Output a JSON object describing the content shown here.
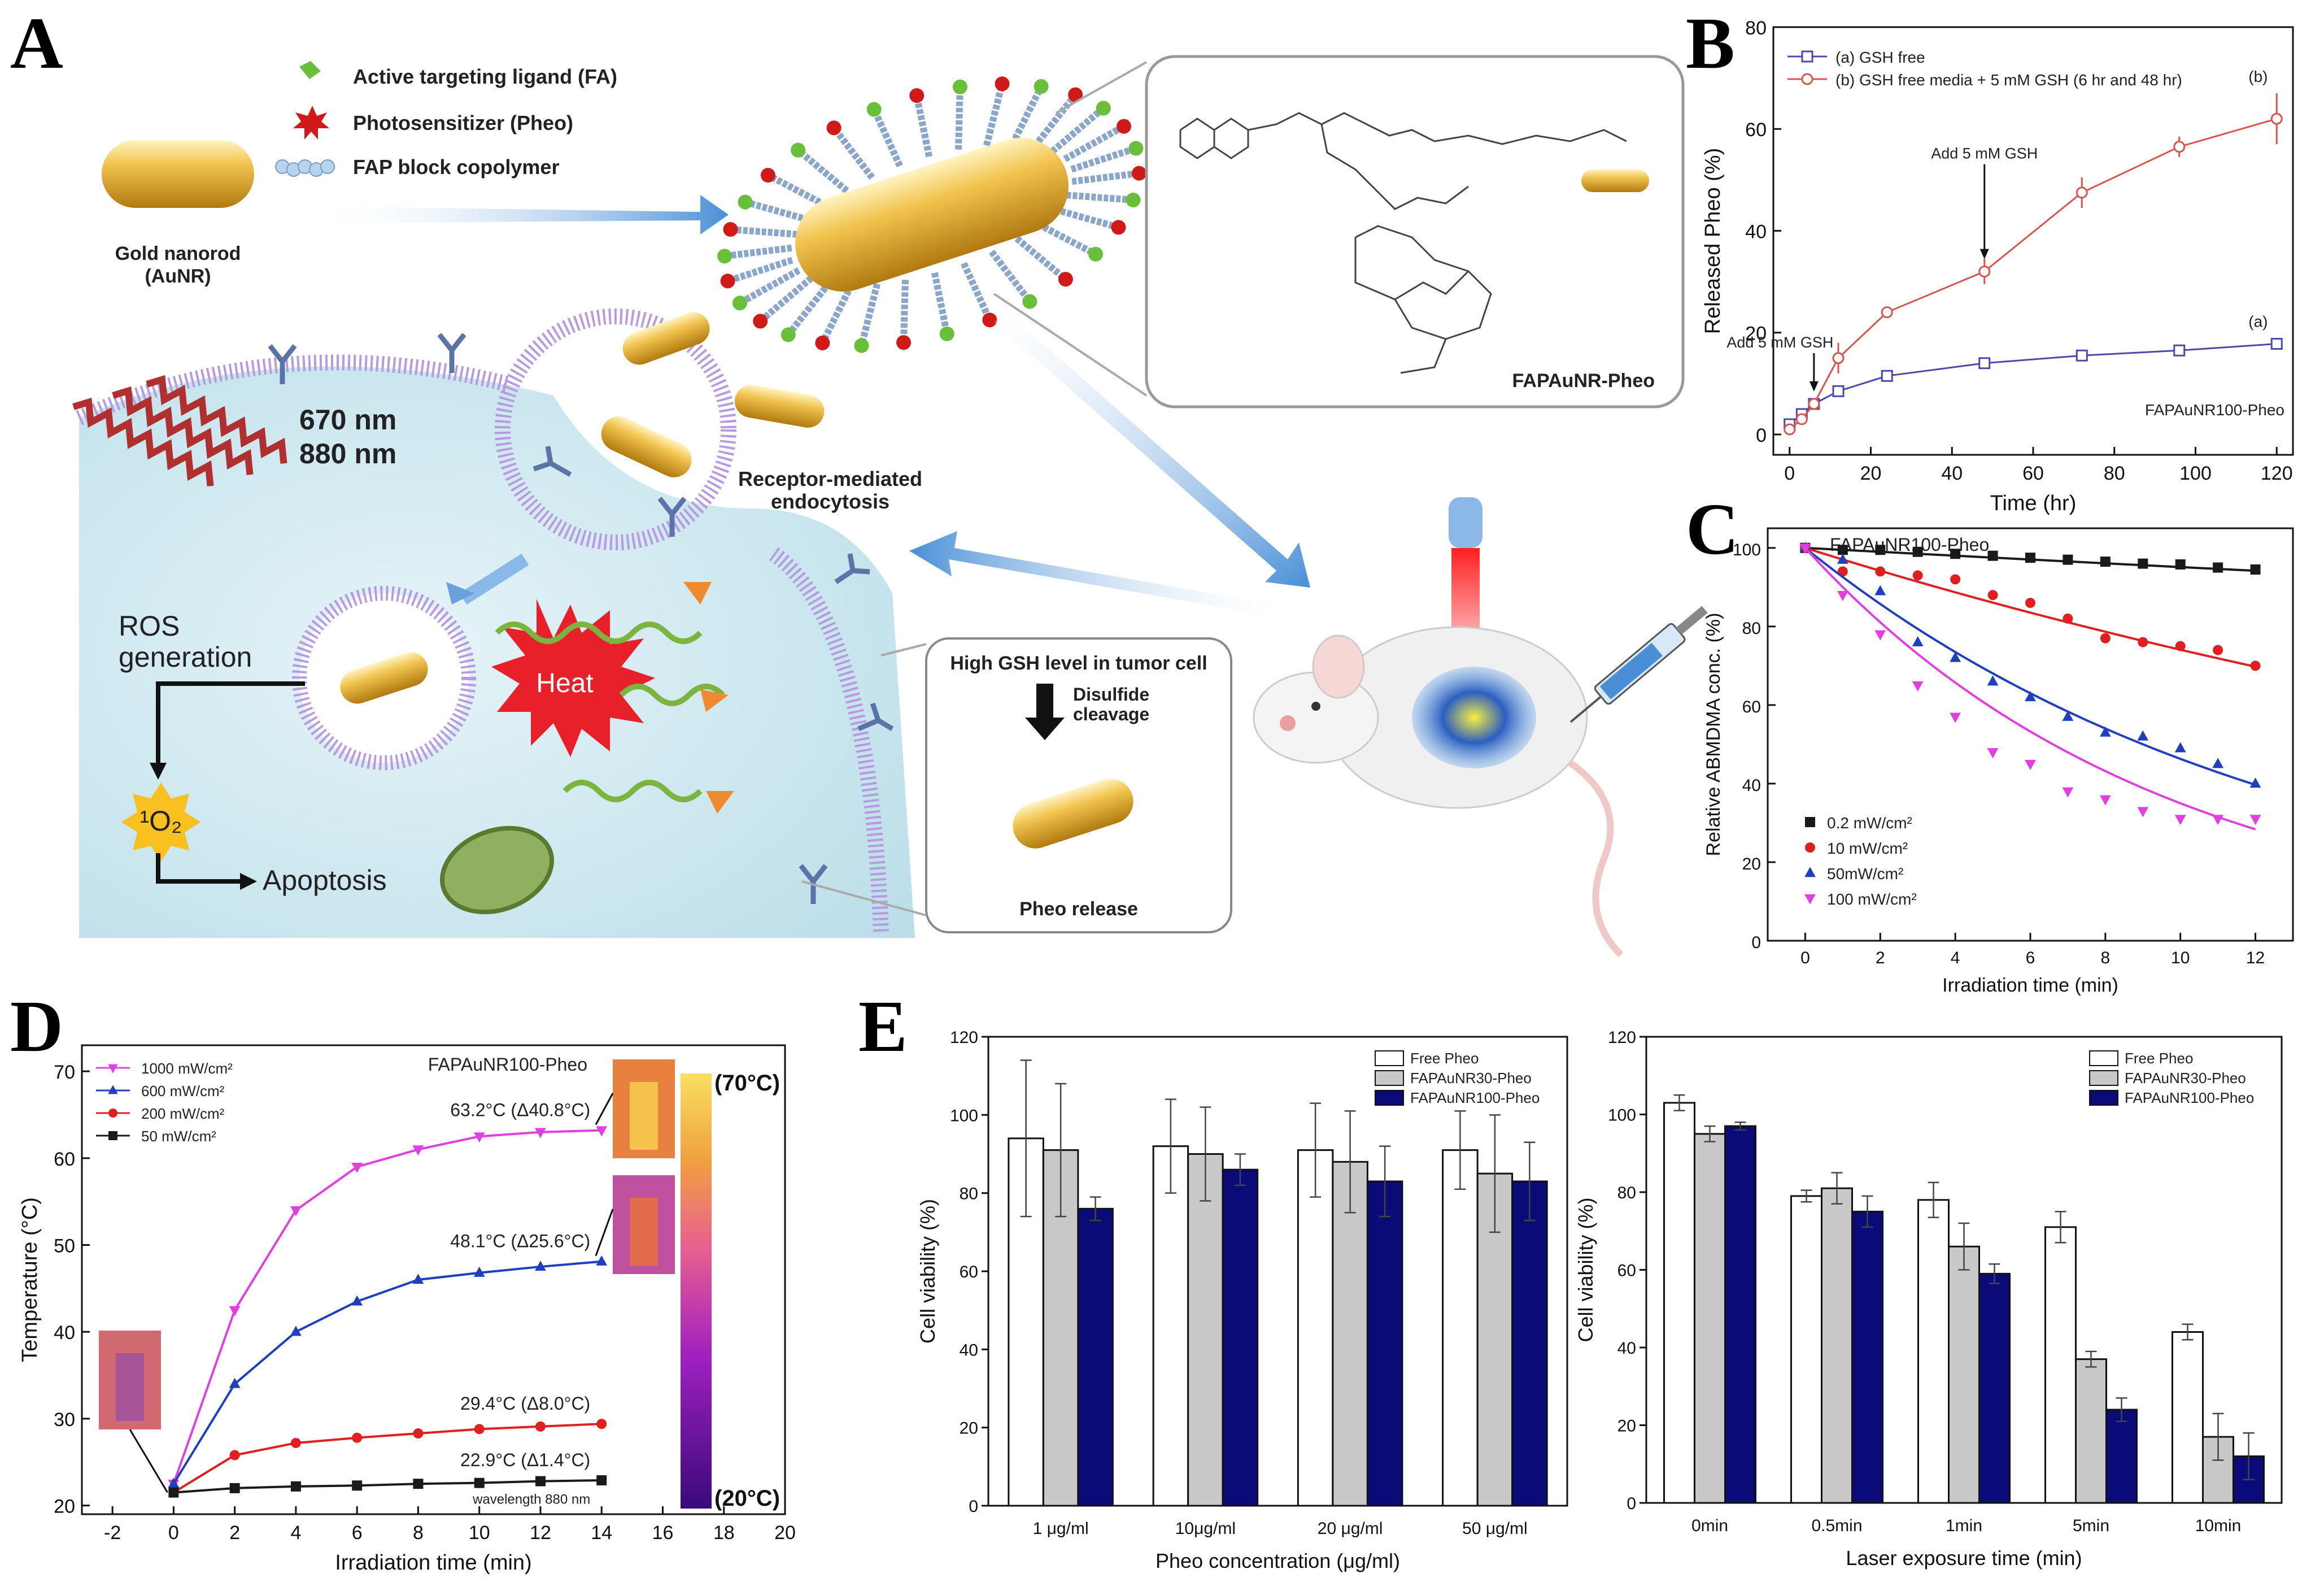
{
  "panels": {
    "A": "A",
    "B": "B",
    "C": "C",
    "D": "D",
    "E": "E"
  },
  "schematic": {
    "legend_ligand": "Active targeting ligand (FA)",
    "legend_ps": "Photosensitizer (Pheo)",
    "legend_copolymer": "FAP block copolymer",
    "gold_nanorod": "Gold nanorod",
    "aunr": "(AuNR)",
    "wavelength_1": "670 nm",
    "wavelength_2": "880 nm",
    "receptor_1": "Receptor-mediated",
    "receptor_2": "endocytosis",
    "ros_1": "ROS",
    "ros_2": "generation",
    "singlet_oxygen": "¹O₂",
    "apoptosis": "Apoptosis",
    "heat": "Heat",
    "high_gsh": "High GSH level in tumor cell",
    "disulfide_1": "Disulfide",
    "disulfide_2": "cleavage",
    "pheo_release": "Pheo release",
    "compound_name": "FAPAuNR-Pheo",
    "colors": {
      "gold": "#e8b23a",
      "cell": "#c9e6ee",
      "membrane": "#9a7fc0",
      "arrow": "#5b9bd5",
      "heat": "#e8202a",
      "laser": "#c0392b"
    }
  },
  "chart_data": [
    {
      "id": "B",
      "type": "line",
      "xlabel": "Time (hr)",
      "ylabel": "Released Pheo (%)",
      "xlim": [
        -4,
        124
      ],
      "ylim": [
        -4,
        80
      ],
      "xticks": [
        0,
        20,
        40,
        60,
        80,
        100,
        120
      ],
      "yticks": [
        0,
        20,
        40,
        60,
        80
      ],
      "legend_position": "top-left",
      "annotation": "FAPAuNR100-Pheo",
      "callouts": [
        {
          "text": "Add 5 mM GSH",
          "x": 6,
          "y": 6
        },
        {
          "text": "Add 5 mM GSH",
          "x": 48,
          "y": 32
        }
      ],
      "series": [
        {
          "name": "(a) GSH free",
          "end_label": "(a)",
          "color": "#4b4aa8",
          "marker": "square",
          "x": [
            0,
            3,
            6,
            12,
            24,
            48,
            72,
            96,
            120
          ],
          "y": [
            2,
            4,
            6,
            8.5,
            11.5,
            14,
            15.5,
            16.5,
            17.8
          ],
          "err": [
            0.5,
            0.5,
            0.6,
            0.6,
            0.6,
            0.6,
            0.6,
            0.6,
            0.6
          ]
        },
        {
          "name": "(b) GSH free media + 5 mM GSH (6 hr and 48 hr)",
          "end_label": "(b)",
          "color": "#d9534f",
          "marker": "circle",
          "x": [
            0,
            3,
            6,
            12,
            24,
            48,
            72,
            96,
            120
          ],
          "y": [
            1,
            3,
            6,
            15,
            24,
            32,
            47.5,
            56.5,
            62
          ],
          "err": [
            1,
            1,
            1,
            3,
            1,
            2.5,
            3,
            2,
            5
          ]
        }
      ]
    },
    {
      "id": "C",
      "type": "scatter",
      "title": "FAPAuNR100-Pheo",
      "xlabel": "Irradiation time (min)",
      "ylabel": "Relative ABMDMA conc. (%)",
      "xlim": [
        -1,
        13
      ],
      "ylim": [
        0,
        105
      ],
      "xticks": [
        0,
        2,
        4,
        6,
        8,
        10,
        12
      ],
      "yticks": [
        0,
        20,
        40,
        60,
        80,
        100
      ],
      "legend_position": "bottom-left",
      "series": [
        {
          "name": "0.2 mW/cm²",
          "color": "#1a1a1a",
          "marker": "square",
          "k": 0.005,
          "x": [
            0,
            1,
            2,
            3,
            4,
            5,
            6,
            7,
            8,
            9,
            10,
            11,
            12
          ],
          "y": [
            100,
            99.5,
            99.5,
            99,
            98.5,
            98,
            97.5,
            97,
            96.5,
            96,
            95.8,
            95,
            94.5
          ]
        },
        {
          "name": "10 mW/cm²",
          "color": "#e02020",
          "marker": "circle",
          "k": 0.03,
          "x": [
            0,
            1,
            2,
            3,
            4,
            5,
            6,
            7,
            8,
            9,
            10,
            11,
            12
          ],
          "y": [
            100,
            94,
            94,
            93,
            92,
            88,
            86,
            82,
            77,
            76,
            75,
            74,
            70
          ]
        },
        {
          "name": "50mW/cm²",
          "color": "#1f3fbf",
          "marker": "triangle",
          "k": 0.077,
          "x": [
            0,
            1,
            2,
            3,
            4,
            5,
            6,
            7,
            8,
            9,
            10,
            11,
            12
          ],
          "y": [
            100,
            97,
            89,
            76,
            72,
            66,
            62,
            57,
            53,
            52,
            49,
            45,
            40
          ]
        },
        {
          "name": "100 mW/cm²",
          "color": "#e040e0",
          "marker": "triangle-down",
          "k": 0.105,
          "x": [
            0,
            1,
            2,
            3,
            4,
            5,
            6,
            7,
            8,
            9,
            10,
            11,
            12
          ],
          "y": [
            100,
            88,
            78,
            65,
            57,
            48,
            45,
            38,
            36,
            33,
            31,
            31,
            31
          ]
        }
      ]
    },
    {
      "id": "D",
      "type": "line",
      "title": "FAPAuNR100-Pheo",
      "xlabel": "Irradiation time (min)",
      "ylabel": "Temperature (°C)",
      "xlim": [
        -3,
        20
      ],
      "ylim": [
        19,
        73
      ],
      "xticks": [
        -2,
        0,
        2,
        4,
        6,
        8,
        10,
        12,
        14,
        16,
        18,
        20
      ],
      "yticks": [
        20,
        30,
        40,
        50,
        60,
        70
      ],
      "legend_position": "top-left",
      "colorbar": {
        "max_label": "(70°C)",
        "min_label": "(20°C)"
      },
      "wavelength_note": "wavelength 880 nm",
      "series": [
        {
          "name": "1000 mW/cm²",
          "color": "#e040e0",
          "marker": "triangle-down",
          "x": [
            0,
            2,
            4,
            6,
            8,
            10,
            12,
            14
          ],
          "y": [
            22.5,
            42.5,
            54,
            59,
            61,
            62.5,
            63,
            63.2
          ],
          "end_label": "63.2°C (Δ40.8°C)"
        },
        {
          "name": "600 mW/cm²",
          "color": "#1f3fbf",
          "marker": "triangle",
          "x": [
            0,
            2,
            4,
            6,
            8,
            10,
            12,
            14
          ],
          "y": [
            22.5,
            34,
            40,
            43.5,
            46,
            46.8,
            47.5,
            48.1
          ],
          "end_label": "48.1°C (Δ25.6°C)"
        },
        {
          "name": "200 mW/cm²",
          "color": "#e02020",
          "marker": "circle",
          "x": [
            0,
            2,
            4,
            6,
            8,
            10,
            12,
            14
          ],
          "y": [
            21.5,
            25.8,
            27.2,
            27.8,
            28.3,
            28.8,
            29.1,
            29.4
          ],
          "end_label": "29.4°C (Δ8.0°C)"
        },
        {
          "name": "50 mW/cm²",
          "color": "#1a1a1a",
          "marker": "square",
          "x": [
            0,
            2,
            4,
            6,
            8,
            10,
            12,
            14
          ],
          "y": [
            21.5,
            22,
            22.2,
            22.3,
            22.5,
            22.6,
            22.8,
            22.9
          ],
          "end_label": "22.9°C (Δ1.4°C)"
        }
      ]
    },
    {
      "id": "E1",
      "type": "bar",
      "xlabel": "Pheo concentration (μg/ml)",
      "ylabel": "Cell viability (%)",
      "ylim": [
        0,
        120
      ],
      "yticks": [
        0,
        20,
        40,
        60,
        80,
        100,
        120
      ],
      "legend_position": "top-right",
      "categories": [
        "1 μg/ml",
        "10μg/ml",
        "20 μg/ml",
        "50 μg/ml"
      ],
      "series": [
        {
          "name": "Free Pheo",
          "color": "#ffffff",
          "values": [
            94,
            92,
            91,
            91
          ],
          "err": [
            20,
            12,
            12,
            10
          ]
        },
        {
          "name": "FAPAuNR30-Pheo",
          "color": "#c8c8c8",
          "values": [
            91,
            90,
            88,
            85
          ],
          "err": [
            17,
            12,
            13,
            15
          ]
        },
        {
          "name": "FAPAuNR100-Pheo",
          "color": "#0a0a78",
          "values": [
            76,
            86,
            83,
            83
          ],
          "err": [
            3,
            4,
            9,
            10
          ]
        }
      ]
    },
    {
      "id": "E2",
      "type": "bar",
      "xlabel": "Laser exposure time (min)",
      "ylabel": "Cell viability (%)",
      "ylim": [
        0,
        120
      ],
      "yticks": [
        0,
        20,
        40,
        60,
        80,
        100,
        120
      ],
      "legend_position": "top-right",
      "categories": [
        "0min",
        "0.5min",
        "1min",
        "5min",
        "10min"
      ],
      "series": [
        {
          "name": "Free Pheo",
          "color": "#ffffff",
          "values": [
            103,
            79,
            78,
            71,
            44
          ],
          "err": [
            2,
            1.5,
            4.5,
            4,
            2
          ]
        },
        {
          "name": "FAPAuNR30-Pheo",
          "color": "#c8c8c8",
          "values": [
            95,
            81,
            66,
            37,
            17
          ],
          "err": [
            2,
            4,
            6,
            2,
            6
          ]
        },
        {
          "name": "FAPAuNR100-Pheo",
          "color": "#0a0a78",
          "values": [
            97,
            75,
            59,
            24,
            12
          ],
          "err": [
            1,
            4,
            2.5,
            3,
            6
          ]
        }
      ]
    }
  ]
}
